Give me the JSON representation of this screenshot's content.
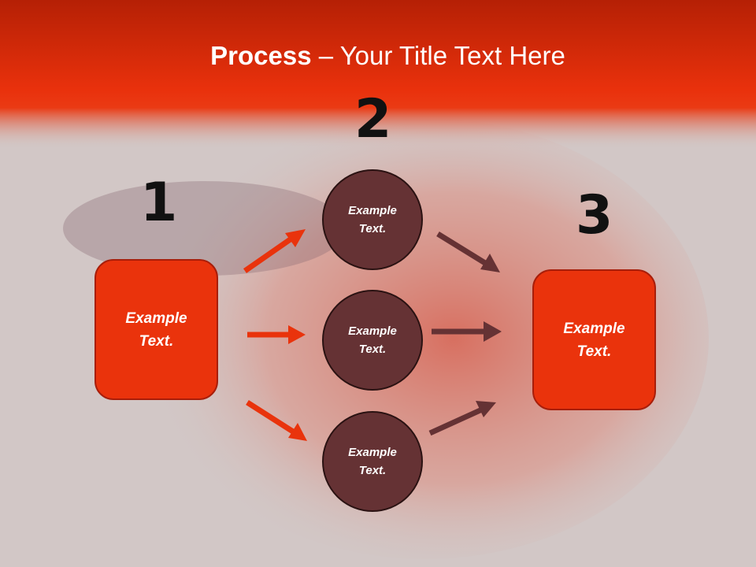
{
  "title": {
    "bold": "Process",
    "rest": " – Your Title Text Here"
  },
  "colors": {
    "header": "#e9310c",
    "box": "#ea330c",
    "circle": "#653234",
    "arrow_red": "#e9330c",
    "arrow_brown": "#653234",
    "background": "#d2c7c6"
  },
  "steps": [
    {
      "number": "1",
      "box_text": "Example\nText."
    },
    {
      "number": "2",
      "circles": [
        "Example\nText.",
        "Example\nText.",
        "Example\nText."
      ]
    },
    {
      "number": "3",
      "box_text": "Example\nText."
    }
  ]
}
